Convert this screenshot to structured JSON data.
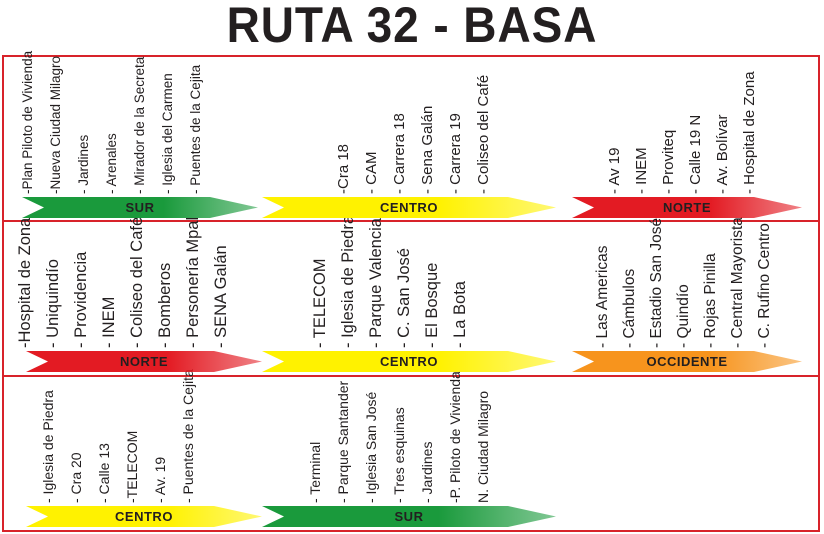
{
  "title": "RUTA 32 - BASA",
  "colors": {
    "green": "#1a9a3c",
    "yellow": "#fff200",
    "red": "#e31b23",
    "orange": "#f7941d",
    "border": "#d8232a"
  },
  "sections": [
    {
      "segments": [
        {
          "label": "SUR",
          "color": "green",
          "stops": [
            "-Plan Piloto de Vivienda",
            "-Nueva Ciudad Milagro",
            "- Jardines",
            "- Arenales",
            "- Mirador de la Secreta",
            "- Iglesia del Carmen",
            "- Puentes de la Cejita"
          ]
        },
        {
          "label": "CENTRO",
          "color": "yellow",
          "stops": [
            "-Cra 18",
            "- CAM",
            "- Carrera 18",
            "- Sena Galán",
            "- Carrera 19",
            "- Coliseo del Café"
          ]
        },
        {
          "label": "NORTE",
          "color": "red",
          "stops": [
            "- Av 19",
            "- INEM",
            "- Proviteq",
            "- Calle 19 N",
            "- Av. Bolívar",
            "- Hospital de Zona"
          ]
        }
      ]
    },
    {
      "segments": [
        {
          "label": "NORTE",
          "color": "red",
          "stops": [
            "-Hospital de Zona",
            "- Uniquindío",
            "- Providencia",
            "- INEM",
            "- Coliseo del Café",
            "- Bomberos",
            "- Personería Mpal",
            "- SENA Galán"
          ]
        },
        {
          "label": "CENTRO",
          "color": "yellow",
          "stops": [
            "- TELECOM",
            "- Iglesia de Piedra",
            "- Parque Valencia",
            "- C. San José",
            "- El Bosque",
            "- La Bota"
          ]
        },
        {
          "label": "OCCIDENTE",
          "color": "orange",
          "stops": [
            "- Las Americas",
            "- Cámbulos",
            "- Estadio San José",
            "- Quindío",
            "- Rojas Pinilla",
            "- Central Mayorista",
            "- C. Rufino Centro"
          ]
        }
      ]
    },
    {
      "segments": [
        {
          "label": "CENTRO",
          "color": "yellow",
          "stops": [
            "- Iglesia de Piedra",
            "- Cra 20",
            "- Calle 13",
            "-TELECOM",
            "- Av. 19",
            "- Puentes de la Cejita"
          ]
        },
        {
          "label": "SUR",
          "color": "green",
          "stops": [
            "- Terminal",
            "- Parque Santander",
            "- Iglesia San José",
            "- Tres esquinas",
            "- Jardines",
            "-P. Piloto de Vivienda",
            "N. Ciudad Milagro"
          ]
        }
      ]
    }
  ]
}
